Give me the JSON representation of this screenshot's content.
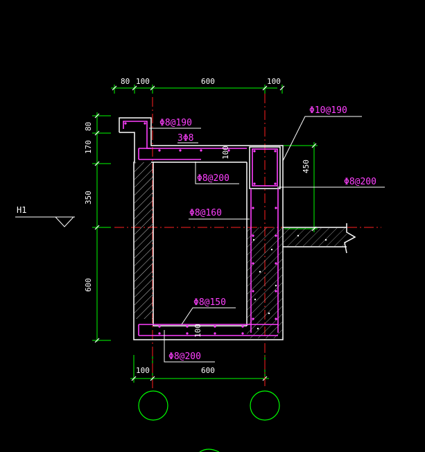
{
  "colors": {
    "background": "#000000",
    "dimension": "#00ff00",
    "axis": "#ff2020",
    "concrete": "#ffffff",
    "rebar": "#ff40ff",
    "leader": "#ffffff",
    "hatch": "#c8c8c8"
  },
  "dims": {
    "top": [
      "80",
      "100",
      "600",
      "100"
    ],
    "left": [
      "80",
      "170",
      "350",
      "600"
    ],
    "bottom": [
      "100",
      "600"
    ],
    "inner_100_upper": "100",
    "inner_100_lower": "100",
    "right_450": "450"
  },
  "rebar": {
    "r1": "Φ8@190",
    "r2": "3Φ8",
    "r3": "Φ8@200",
    "r4": "Φ8@160",
    "r5": "Φ10@190",
    "r6": "Φ8@200",
    "r7": "Φ8@150",
    "r8": "Φ8@200"
  },
  "elevation": {
    "mark": "H1"
  }
}
